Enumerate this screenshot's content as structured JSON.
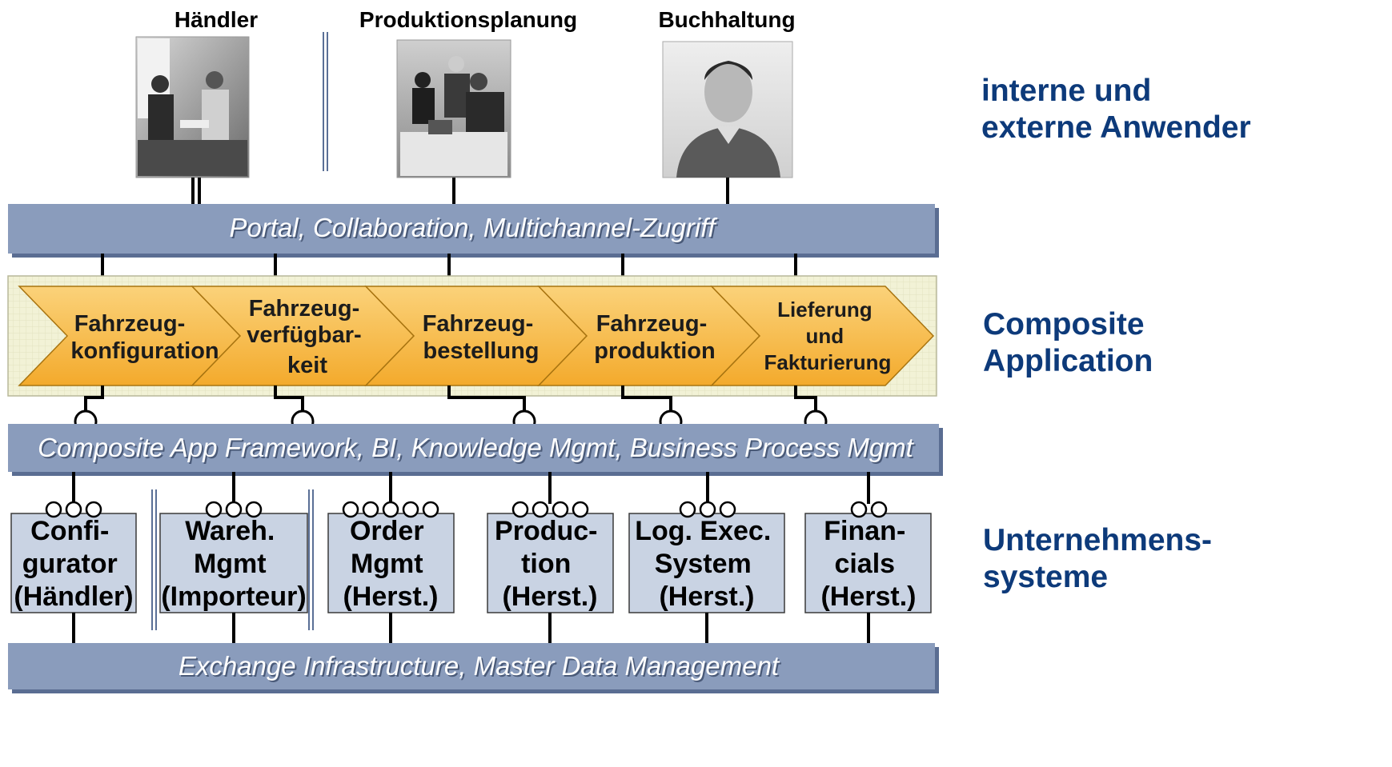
{
  "personas": [
    {
      "label": "Händler",
      "photo": "two-people-meeting-photo"
    },
    {
      "label": "Produktionsplanung",
      "photo": "team-at-laptop-photo"
    },
    {
      "label": "Buchhaltung",
      "photo": "man-portrait-photo"
    }
  ],
  "side_labels": {
    "users": [
      "interne und",
      "externe Anwender"
    ],
    "composite": [
      "Composite",
      "Application"
    ],
    "enterprise": [
      "Unternehmens-",
      "systeme"
    ]
  },
  "bands": {
    "portal": "Portal, Collaboration, Multichannel-Zugriff",
    "framework": "Composite App Framework, BI, Knowledge Mgmt, Business Process Mgmt",
    "exchange": "Exchange Infrastructure, Master Data Management"
  },
  "process_steps": [
    {
      "lines": [
        "Fahrzeug-",
        "konfiguration"
      ]
    },
    {
      "lines": [
        "Fahrzeug-",
        "verfügbar-",
        "keit"
      ]
    },
    {
      "lines": [
        "Fahrzeug-",
        "bestellung"
      ]
    },
    {
      "lines": [
        "Fahrzeug-",
        "produktion"
      ]
    },
    {
      "lines": [
        "Lieferung",
        "und",
        "Fakturierung"
      ]
    }
  ],
  "systems": [
    {
      "lines": [
        "Confi-",
        "gurator",
        "(Händler)"
      ],
      "ports": 3
    },
    {
      "lines": [
        "Wareh.",
        "Mgmt",
        "(Importeur)"
      ],
      "ports": 3
    },
    {
      "lines": [
        "Order",
        "Mgmt",
        "(Herst.)"
      ],
      "ports": 5
    },
    {
      "lines": [
        "Produc-",
        "tion",
        "(Herst.)"
      ],
      "ports": 4
    },
    {
      "lines": [
        "Log. Exec.",
        "System",
        "(Herst.)"
      ],
      "ports": 3
    },
    {
      "lines": [
        "Finan-",
        "cials",
        "(Herst.)"
      ],
      "ports": 2
    }
  ],
  "colors": {
    "band": "#8a9cbc",
    "chevron": "#f7b93e",
    "composite_bg": "#f0f0d0",
    "system_box": "#c9d3e3",
    "side_text": "#0d3a7a"
  }
}
